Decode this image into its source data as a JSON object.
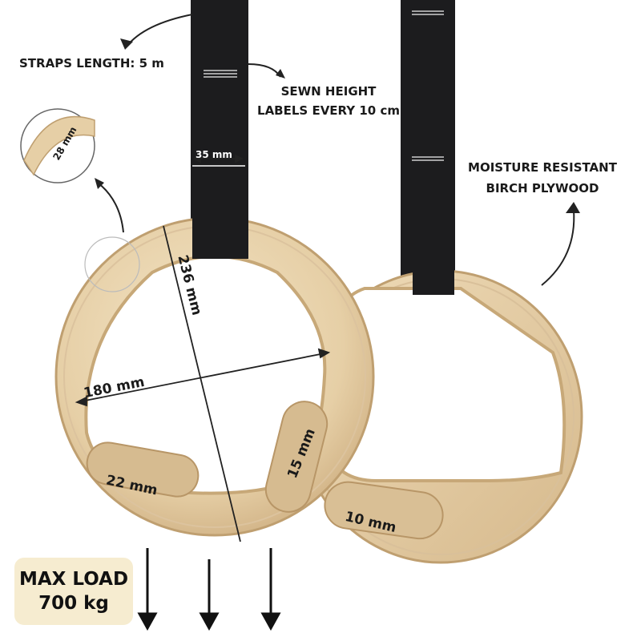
{
  "annotations": {
    "strap_length": "STRAPS LENGTH: 5 m",
    "sewn_labels_line1": "SEWN HEIGHT",
    "sewn_labels_line2": "LABELS EVERY 10 cm",
    "material_line1": "MOISTURE RESISTANT",
    "material_line2": "BIRCH PLYWOOD"
  },
  "dimensions": {
    "strap_width": "35 mm",
    "ring_thickness": "28 mm",
    "outer_diameter": "236 mm",
    "inner_width": "180 mm",
    "grip_bottom": "22 mm",
    "grip_side": "15 mm",
    "grip_back": "10 mm"
  },
  "max_load": {
    "line1": "MAX LOAD",
    "line2": "700 kg"
  },
  "colors": {
    "wood": "#e8d3ad",
    "wood_dark": "#c9ab7d",
    "strap": "#1c1c1e",
    "badge": "#f6ecd0"
  }
}
